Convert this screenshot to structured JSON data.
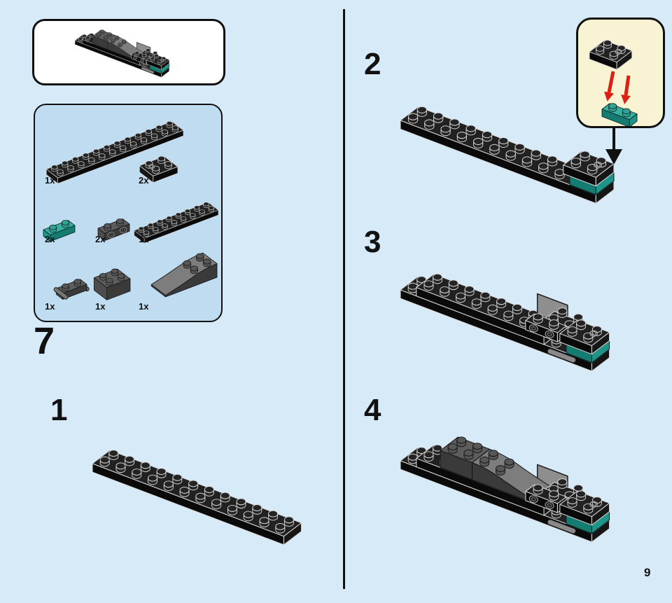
{
  "page": {
    "number": "9"
  },
  "step": {
    "number": "7"
  },
  "substeps": [
    {
      "label": "1"
    },
    {
      "label": "2"
    },
    {
      "label": "3"
    },
    {
      "label": "4"
    }
  ],
  "parts_box": {
    "parts": [
      {
        "qty": "1x",
        "name": "plate-2x12-black"
      },
      {
        "qty": "2x",
        "name": "plate-2x2-printed-black"
      },
      {
        "qty": "2x",
        "name": "plate-1x2-dark-turquoise"
      },
      {
        "qty": "2x",
        "name": "bracket-1x2-side-studs-dark-gray"
      },
      {
        "qty": "1x",
        "name": "plate-2x8-black"
      },
      {
        "qty": "1x",
        "name": "plate-1x2-bar-handles-dark-gray"
      },
      {
        "qty": "1x",
        "name": "brick-2x2-dark-gray"
      },
      {
        "qty": "1x",
        "name": "slope-curved-4x2-dark-gray"
      }
    ]
  },
  "colors": {
    "page_background": "#D6EAF8",
    "parts_box_background": "#BFDCF0",
    "callout_background": "#F8F3D2",
    "outline_black": "#101010",
    "piece_black": "#1E1E1E",
    "piece_dark_gray": "#5D5D5D",
    "piece_teal": "#35AFA0",
    "arrow_red": "#DC2014"
  }
}
